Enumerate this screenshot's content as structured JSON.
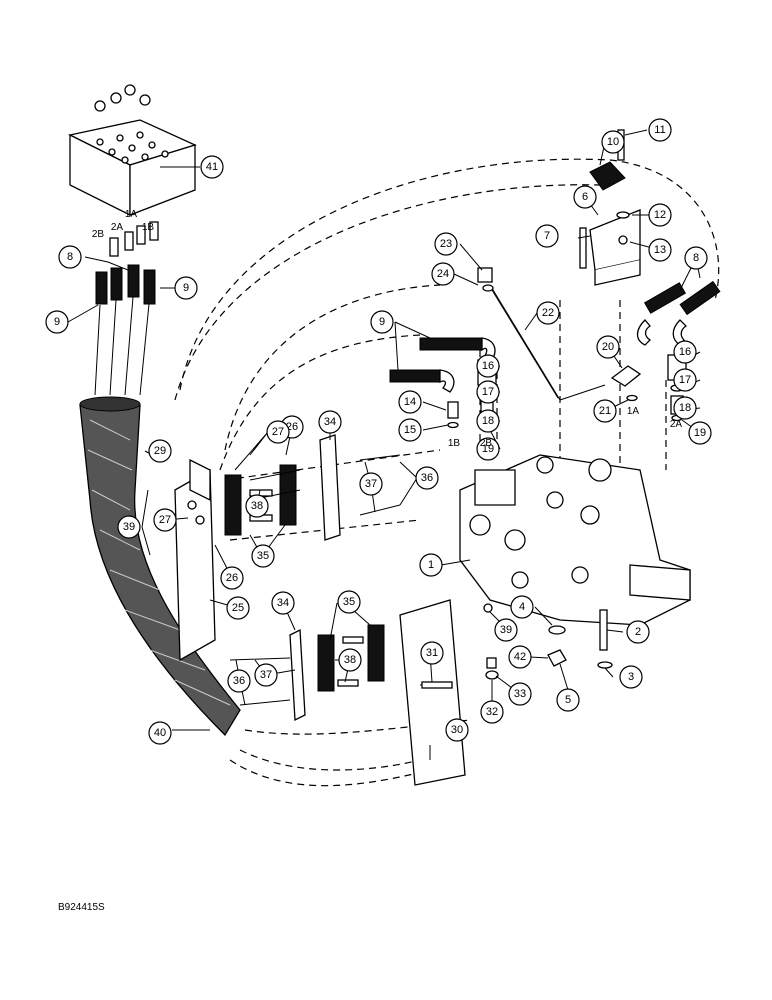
{
  "figure_ref": "B924415S",
  "callouts": [
    "1",
    "2",
    "3",
    "4",
    "5",
    "6",
    "7",
    "8",
    "8",
    "9",
    "9",
    "9",
    "10",
    "11",
    "12",
    "13",
    "14",
    "15",
    "16",
    "16",
    "17",
    "17",
    "18",
    "18",
    "19",
    "19",
    "20",
    "21",
    "22",
    "23",
    "24",
    "25",
    "26",
    "26",
    "27",
    "27",
    "29",
    "30",
    "31",
    "32",
    "33",
    "34",
    "34",
    "35",
    "35",
    "36",
    "36",
    "37",
    "37",
    "38",
    "38",
    "39",
    "39",
    "40",
    "41",
    "42"
  ],
  "port_labels": {
    "top_2b": "2B",
    "top_2a": "2A",
    "top_1a": "1A",
    "top_1b": "1B",
    "mid_1b": "1B",
    "mid_2b": "2B",
    "right_1a": "1A",
    "right_2a": "2A"
  }
}
